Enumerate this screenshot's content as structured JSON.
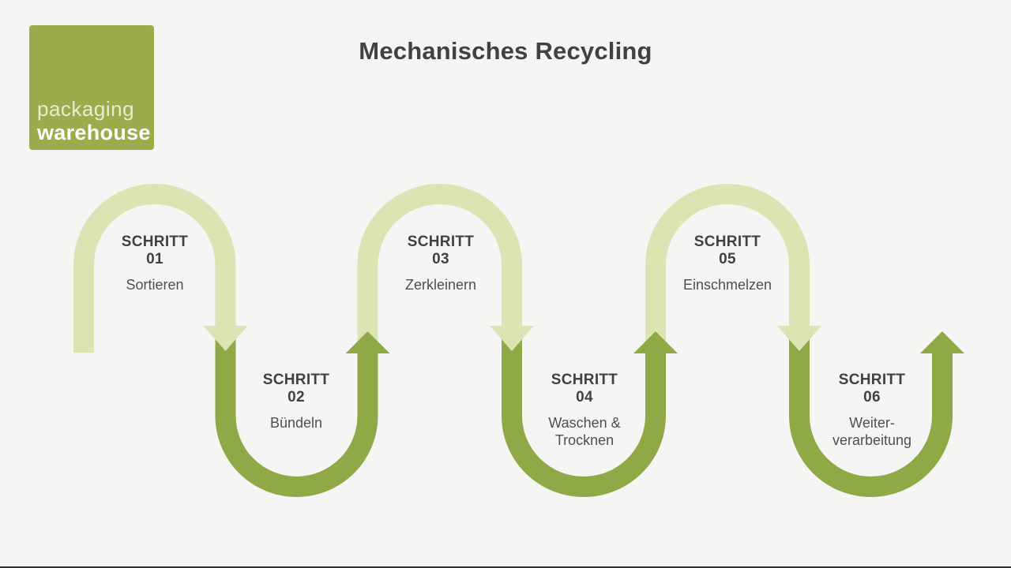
{
  "header": {
    "title": "Mechanisches Recycling"
  },
  "logo": {
    "line1": "packaging",
    "line2": "warehouse",
    "background": "#9aac4c"
  },
  "colors": {
    "background": "#f5f5f4",
    "light_green": "#dde4b4",
    "dark_green": "#8ea946",
    "heading_text": "#3f4245",
    "body_text": "#4c4f52"
  },
  "steps": [
    {
      "label": "SCHRITT",
      "number": "01",
      "name": "Sortieren",
      "tone": "light"
    },
    {
      "label": "SCHRITT",
      "number": "02",
      "name": "Bündeln",
      "tone": "dark"
    },
    {
      "label": "SCHRITT",
      "number": "03",
      "name": "Zerkleinern",
      "tone": "light"
    },
    {
      "label": "SCHRITT",
      "number": "04",
      "name": "Waschen & Trocknen",
      "tone": "dark"
    },
    {
      "label": "SCHRITT",
      "number": "05",
      "name": "Einschmelzen",
      "tone": "light"
    },
    {
      "label": "SCHRITT",
      "number": "06",
      "name": "Weiter-verarbeitung",
      "tone": "dark"
    }
  ]
}
